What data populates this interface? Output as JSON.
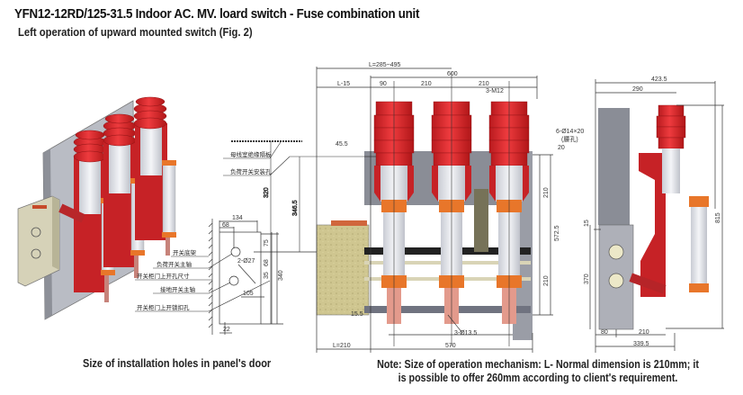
{
  "header": {
    "title": "YFN12-12RD/125-31.5 Indoor AC. MV. loard switch - Fuse combination unit",
    "subtitle": "Left operation of upward mounted switch (Fig. 2)"
  },
  "door_holes_diagram": {
    "caption": "Size of installation holes in panel's door",
    "labels": [
      "开关底架",
      "负荷开关主轴",
      "开关柜门上开孔尺寸",
      "接地开关主轴",
      "开关柜门上开锁扣孔"
    ],
    "dimensions": {
      "width_134": "134",
      "width_68": "68",
      "hole_2_phi27": "2-Ø27",
      "v75": "75",
      "v68": "68",
      "v35": "35",
      "v340": "340",
      "h105": "105",
      "h22": "22"
    }
  },
  "front_view": {
    "labels": [
      "母线室绝缘隔板",
      "负荷开关安装孔"
    ],
    "dimensions": {
      "L_total": "L=285~495",
      "width_600": "600",
      "L_minus_15": "L-15",
      "d90": "90",
      "d210a": "210",
      "d210b": "210",
      "m12": "3-M12",
      "d45_5": "45.5",
      "d320": "320",
      "d346_5": "346.5",
      "holes_6": "6-Ø14×20",
      "holes_6_note": "(腰孔)",
      "d20": "20",
      "d210c": "210",
      "d210d": "210",
      "d572_5": "572.5",
      "d15_5": "15.5",
      "holes_3": "3-Ø13.5",
      "L_210": "L=210",
      "d570": "570"
    }
  },
  "side_view": {
    "dimensions": {
      "d423_5": "423.5",
      "d290": "290",
      "d815": "815",
      "d370": "370",
      "d15": "15",
      "d80": "80",
      "d210": "210",
      "d339_5": "339.5"
    }
  },
  "note": {
    "line1": "Note: Size of operation mechanism: L- Normal dimension is 210mm; it",
    "line2": "is possible to offer 260mm according to client's requirement."
  },
  "colors": {
    "insulator_red": "#d8262a",
    "fuse_orange": "#e8762a",
    "frame_gray": "#8a8d96",
    "mechanism_khaki": "#c9c08a"
  }
}
